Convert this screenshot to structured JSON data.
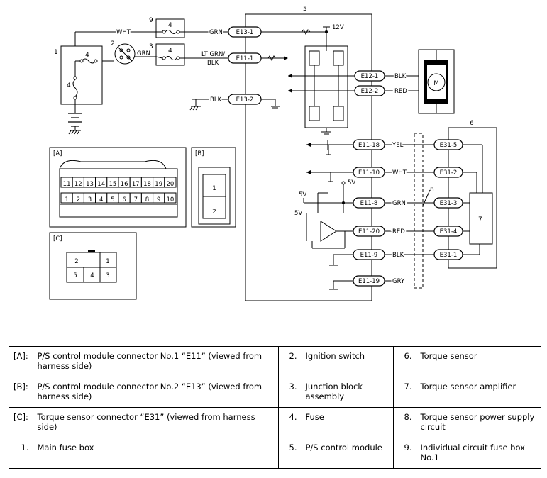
{
  "diagram": {
    "callouts": {
      "n1": "1",
      "n2": "2",
      "n3": "3",
      "n4a": "4",
      "n4b": "4",
      "n4c": "4",
      "n4d": "4",
      "n5": "5",
      "n6": "6",
      "n7": "7",
      "n8": "8",
      "n9": "9"
    },
    "wires": {
      "wht": "WHT",
      "grn_top": "GRN",
      "grn_sw": "GRN",
      "lt_grn_1": "LT GRN/",
      "lt_grn_2": "BLK",
      "blk_gnd": "BLK",
      "blk_m": "BLK",
      "red_m": "RED",
      "yel": "YEL",
      "wht2": "WHT",
      "grn2": "GRN",
      "red2": "RED",
      "blk2": "BLK",
      "gry": "GRY"
    },
    "voltages": {
      "v12": "12V",
      "v5a": "5V",
      "v5b": "5V",
      "v5c": "5V"
    },
    "motor": "M",
    "connectors": {
      "e13_1": "E13-1",
      "e11_1": "E11-1",
      "e13_2": "E13-2",
      "e12_1": "E12-1",
      "e12_2": "E12-2",
      "e11_18": "E11-18",
      "e11_10": "E11-10",
      "e11_8": "E11-8",
      "e11_20": "E11-20",
      "e11_9": "E11-9",
      "e11_19": "E11-19",
      "e31_5": "E31-5",
      "e31_2": "E31-2",
      "e31_3": "E31-3",
      "e31_4": "E31-4",
      "e31_1": "E31-1"
    },
    "views": {
      "a_tag": "[A]",
      "b_tag": "[B]",
      "c_tag": "[C]",
      "a_top": [
        "11",
        "12",
        "13",
        "14",
        "15",
        "16",
        "17",
        "18",
        "19",
        "20"
      ],
      "a_bot": [
        "1",
        "2",
        "3",
        "4",
        "5",
        "6",
        "7",
        "8",
        "9",
        "10"
      ],
      "b_pins": [
        "1",
        "2"
      ],
      "c_pins": [
        "2",
        "1",
        "5",
        "4",
        "3"
      ]
    }
  },
  "legend": [
    [
      {
        "k": "[A]:",
        "t": "P/S control module connector No.1 “E11” (viewed from harness side)"
      },
      {
        "k": "2.",
        "t": "Ignition switch"
      },
      {
        "k": "6.",
        "t": "Torque sensor"
      }
    ],
    [
      {
        "k": "[B]:",
        "t": "P/S control module connector No.2 “E13” (viewed from harness side)"
      },
      {
        "k": "3.",
        "t": "Junction block assembly"
      },
      {
        "k": "7.",
        "t": "Torque sensor amplifier"
      }
    ],
    [
      {
        "k": "[C]:",
        "t": "Torque sensor connector “E31” (viewed from harness side)"
      },
      {
        "k": "4.",
        "t": "Fuse"
      },
      {
        "k": "8.",
        "t": "Torque sensor power supply circuit"
      }
    ],
    [
      {
        "k": "1.",
        "t": "Main fuse box"
      },
      {
        "k": "5.",
        "t": "P/S control module"
      },
      {
        "k": "9.",
        "t": "Individual circuit fuse box No.1"
      }
    ]
  ]
}
